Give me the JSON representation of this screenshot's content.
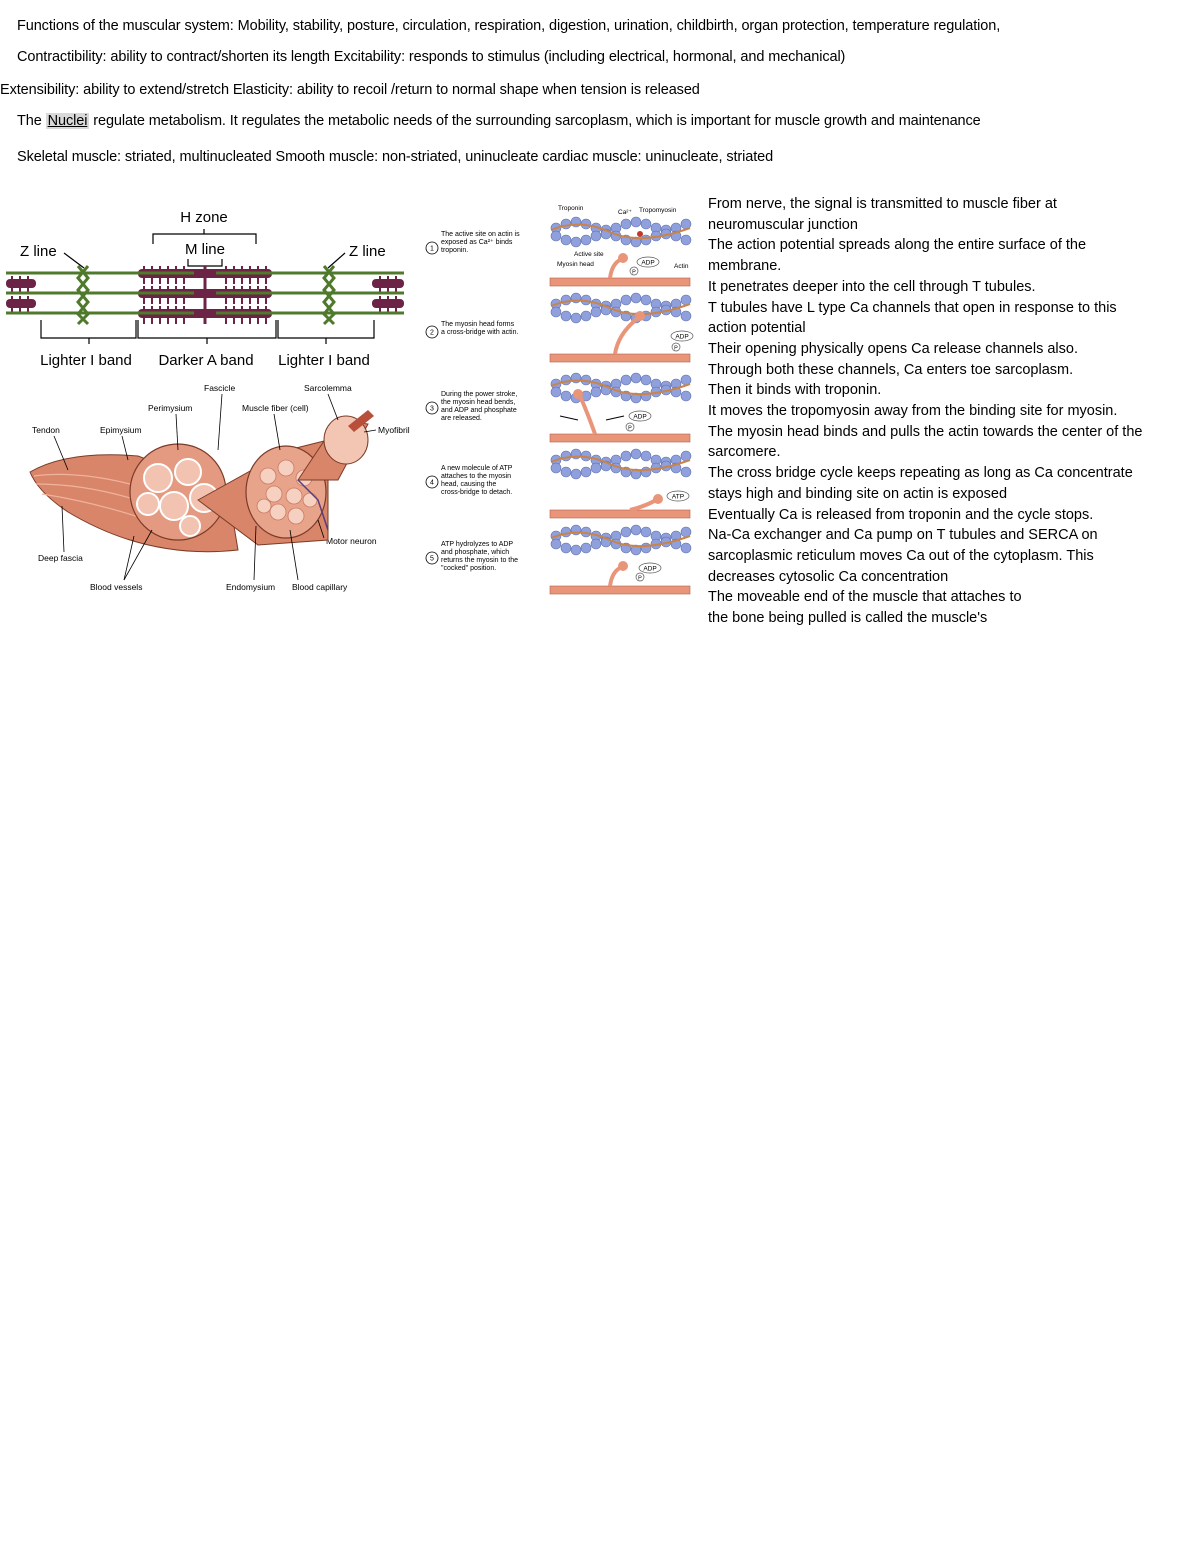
{
  "header_lines": {
    "functions": "Functions of the muscular system: Mobility, stability, posture, circulation, respiration, digestion, urination, childbirth, organ protection, temperature regulation,",
    "contract_excite": "Contractibility: ability to contract/shorten its length      Excitability: responds to stimulus (including electrical, hormonal, and mechanical)",
    "extens_elastic": "Extensibility: ability to extend/stretch Elasticity: ability to recoil /return to normal shape when tension is released",
    "nuclei_pre": "The ",
    "nuclei_word": "Nuclei",
    "nuclei_post": "  regulate metabolism. It regulates the metabolic needs of the surrounding sarcoplasm, which is important for muscle growth and  maintenance",
    "muscle_types": "Skeletal muscle: striated, multinucleated   Smooth muscle: non-striated, uninucleate  cardiac muscle: uninucleate, striated"
  },
  "sarcomere_fig": {
    "h_zone": "H zone",
    "m_line": "M line",
    "z_line_left": "Z line",
    "z_line_right": "Z line",
    "i_band_left": "Lighter I band",
    "a_band": "Darker A band",
    "i_band_right": "Lighter I band"
  },
  "muscle_fig": {
    "fascicle": "Fascicle",
    "sarcolemma": "Sarcolemma",
    "perimysium": "Perimysium",
    "muscle_fiber": "Muscle fiber (cell)",
    "myofibril": "Myofibril",
    "tendon": "Tendon",
    "epimysium": "Epimysium",
    "deep_fascia": "Deep fascia",
    "motor_neuron": "Motor neuron",
    "blood_vessels": "Blood vessels",
    "endomysium": "Endomysium",
    "blood_capillary": "Blood capillary"
  },
  "cycle_fig": {
    "troponin": "Troponin",
    "ca": "Ca²⁺",
    "tropomyosin": "Tropomyosin",
    "active_site": "Active site",
    "myosin_head": "Myosin head",
    "actin": "Actin",
    "adp": "ADP",
    "atp": "ATP",
    "p": "P",
    "steps": [
      {
        "num": "1",
        "text": [
          "The active site on actin is",
          "exposed as Ca²⁺ binds",
          "troponin."
        ]
      },
      {
        "num": "2",
        "text": [
          "The myosin head forms",
          "a cross-bridge with actin."
        ]
      },
      {
        "num": "3",
        "text": [
          "During the power stroke,",
          "the myosin head bends,",
          "and ADP and phosphate",
          "are released."
        ]
      },
      {
        "num": "4",
        "text": [
          "A new molecule of ATP",
          "attaches to the myosin",
          "head, causing the",
          "cross-bridge to detach."
        ]
      },
      {
        "num": "5",
        "text": [
          "ATP hydrolyzes to ADP",
          "and phosphate, which",
          "returns the myosin to the",
          "\"cocked\" position."
        ]
      }
    ]
  },
  "notes": [
    "From nerve, the signal is transmitted to muscle fiber at",
    "neuromuscular junction",
    "The action potential spreads along the entire surface of the",
    "membrane.",
    "It penetrates deeper into the cell through T tubules.",
    "T tubules have L type Ca channels that open in response to this",
    "action potential",
    "Their opening physically opens Ca release channels also.",
    "Through both these channels, Ca enters toe sarcoplasm.",
    "Then it binds with troponin.",
    "It moves the tropomyosin away from the binding site for myosin.",
    "The myosin head binds and pulls the actin towards the center of the",
    "sarcomere.",
    "The cross bridge cycle keeps repeating as long as Ca concentrate",
    "stays high and binding site on actin is exposed",
    "Eventually Ca is released from troponin and the cycle stops.",
    "Na-Ca exchanger and Ca pump on T tubules and SERCA on",
    "sarcoplasmic reticulum moves Ca out of the cytoplasm. This",
    "decreases cytosolic Ca concentration",
    "The moveable end of the muscle that attaches to",
    "the bone being pulled is called the muscle's"
  ],
  "colors": {
    "thin_filament": "#4f7a2c",
    "thick_filament": "#6b2346",
    "muscle_tissue": "#d98569",
    "actin_bead": "#8fa0dc",
    "myosin": "#e8957a",
    "highlight": "#d9d9d9"
  }
}
